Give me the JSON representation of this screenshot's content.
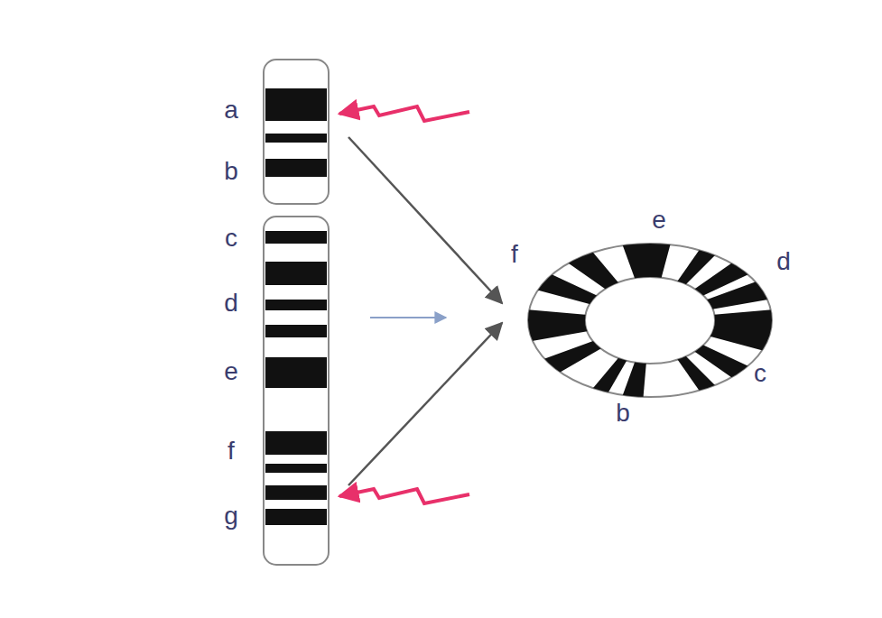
{
  "diagram": {
    "labels": [
      "a",
      "b",
      "c",
      "d",
      "e",
      "f",
      "g",
      "e",
      "d",
      "f",
      "c",
      "b"
    ]
  }
}
